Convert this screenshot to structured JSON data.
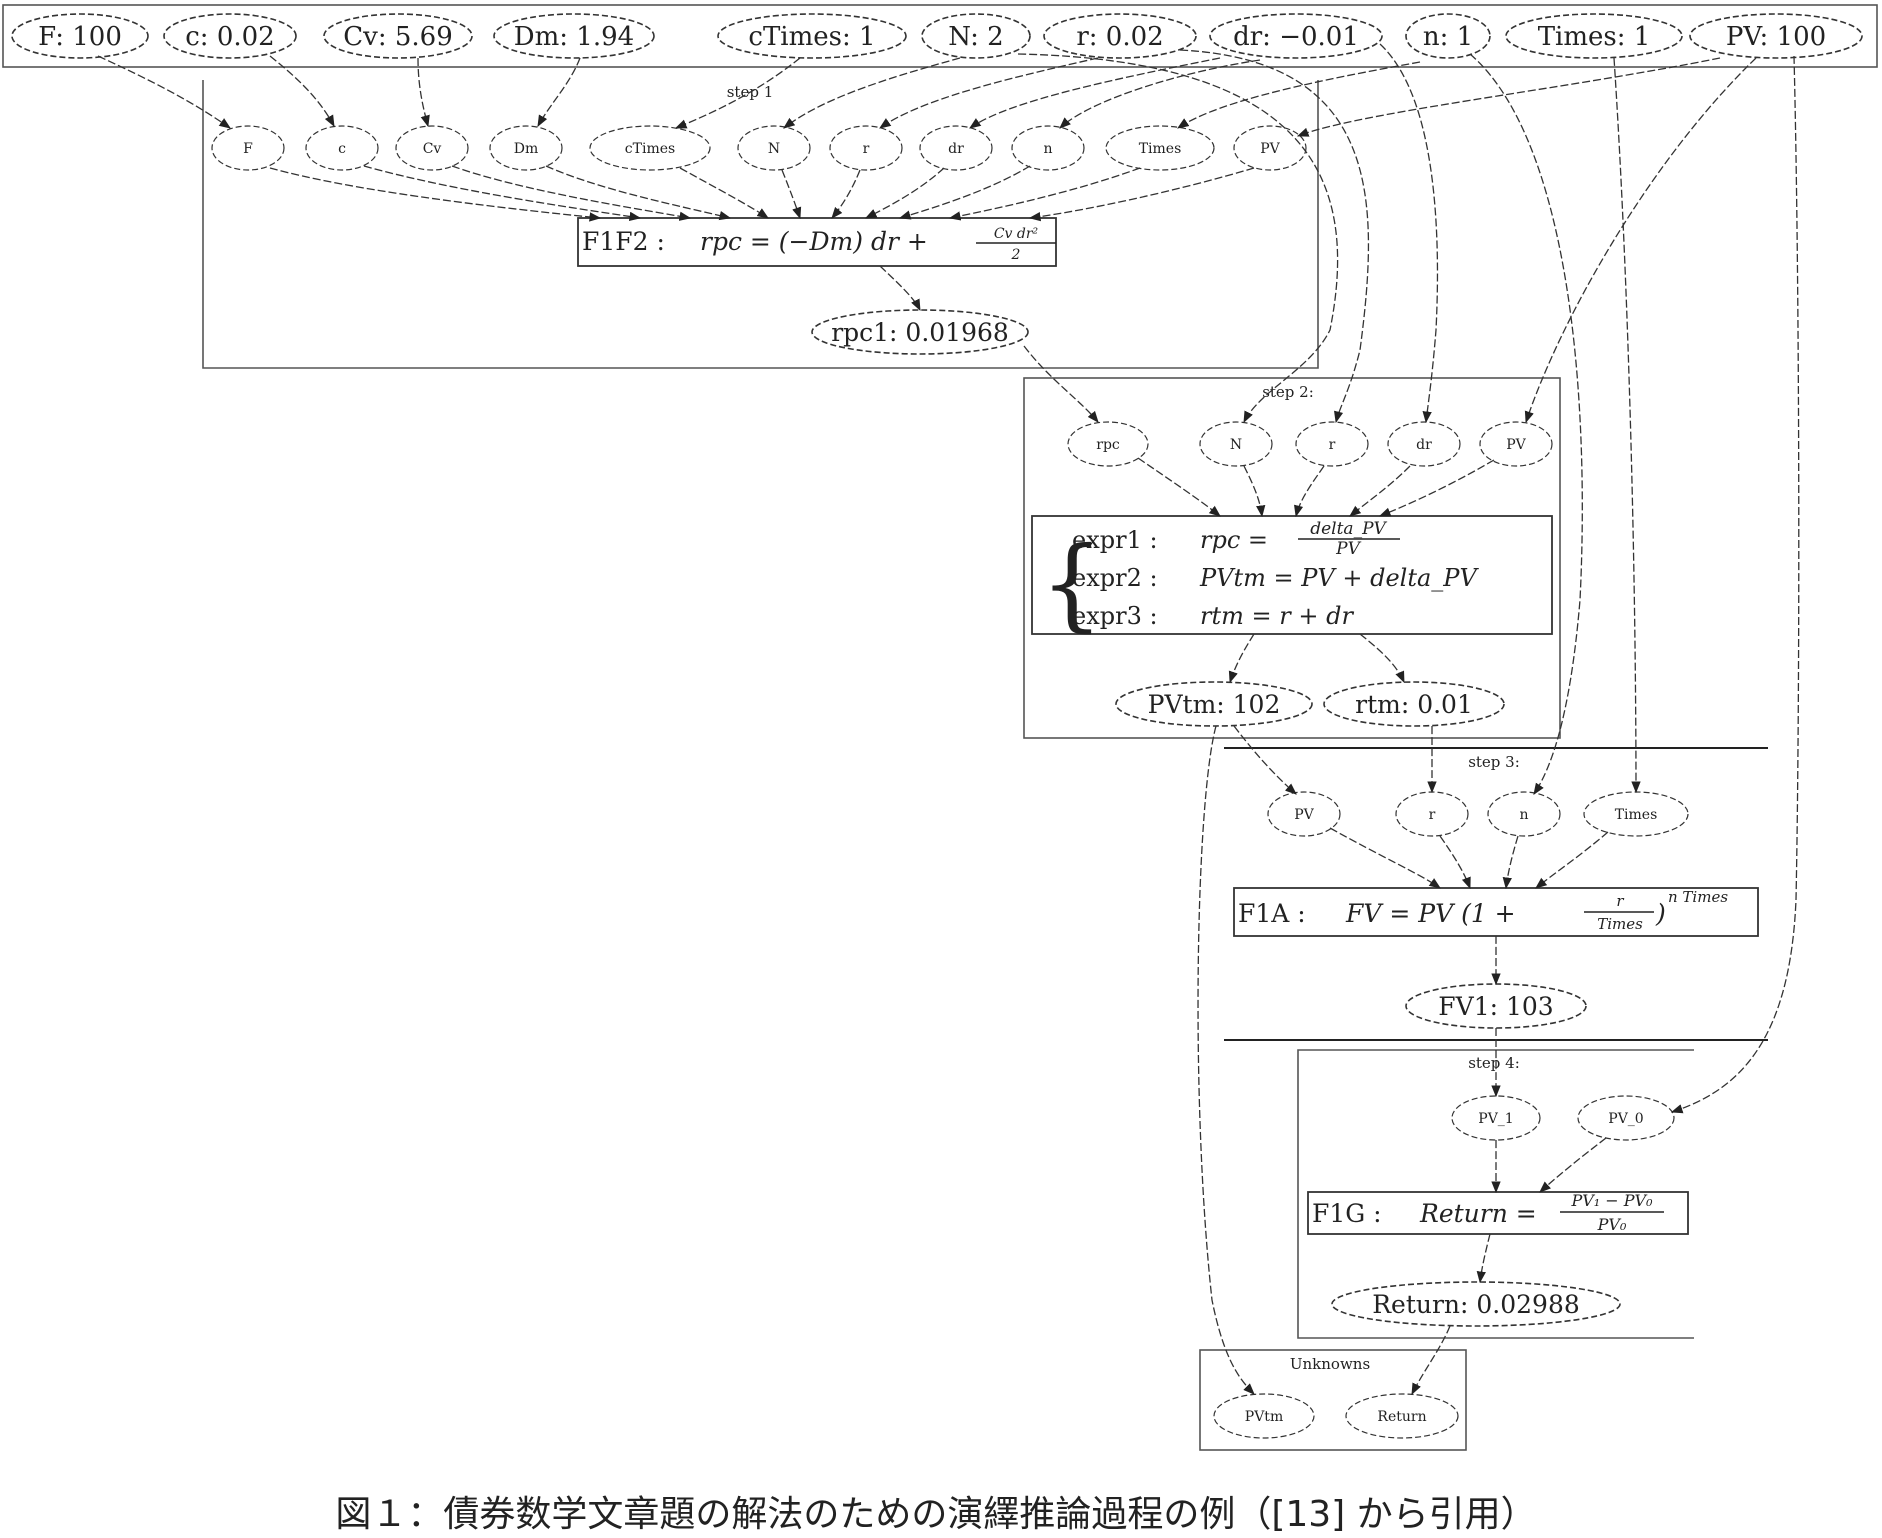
{
  "top_nodes": [
    {
      "label": "F:  100"
    },
    {
      "label": "c:  0.02"
    },
    {
      "label": "Cv:  5.69"
    },
    {
      "label": "Dm:  1.94"
    },
    {
      "label": "cTimes:  1"
    },
    {
      "label": "N:  2"
    },
    {
      "label": "r:  0.02"
    },
    {
      "label": "dr:  −0.01"
    },
    {
      "label": "n:  1"
    },
    {
      "label": "Times:  1"
    },
    {
      "label": "PV:  100"
    }
  ],
  "step1": {
    "title": "step 1",
    "inputs": [
      "F",
      "c",
      "Cv",
      "Dm",
      "cTimes",
      "N",
      "r",
      "dr",
      "n",
      "Times",
      "PV"
    ],
    "formula": {
      "name": "F1F2 :",
      "expr": "rpc = (−Dm) dr + ",
      "frac_num": "Cv dr²",
      "frac_den": "2"
    },
    "output": "rpc1:  0.01968"
  },
  "step2": {
    "title": "step 2:",
    "inputs": [
      "rpc",
      "N",
      "r",
      "dr",
      "PV"
    ],
    "exprs": [
      {
        "name": "expr1 :",
        "lhs": "rpc = ",
        "num": "delta_PV",
        "den": "PV"
      },
      {
        "name": "expr2 :",
        "lhs": "PVtm = PV + delta_PV"
      },
      {
        "name": "expr3 :",
        "lhs": "rtm = r + dr"
      }
    ],
    "outputs": [
      "PVtm:  102",
      "rtm:  0.01"
    ]
  },
  "step3": {
    "title": "step 3:",
    "inputs": [
      "PV",
      "r",
      "n",
      "Times"
    ],
    "formula": {
      "name": "F1A :",
      "expr": "FV = PV (1 + ",
      "frac_num": "r",
      "frac_den": "Times",
      "tail": ")",
      "exp": "n Times"
    },
    "output": "FV1:  103"
  },
  "step4": {
    "title": "step 4:",
    "inputs": [
      "PV_1",
      "PV_0"
    ],
    "formula": {
      "name": "F1G :",
      "expr": "Return = ",
      "frac_num": "PV₁ − PV₀",
      "frac_den": "PV₀"
    },
    "output": "Return:  0.02988"
  },
  "unknowns": {
    "title": "Unknowns",
    "items": [
      "PVtm",
      "Return"
    ]
  },
  "caption": "図１：債券数学文章題の解法のための演繹推論過程の例（[13] から引用）"
}
